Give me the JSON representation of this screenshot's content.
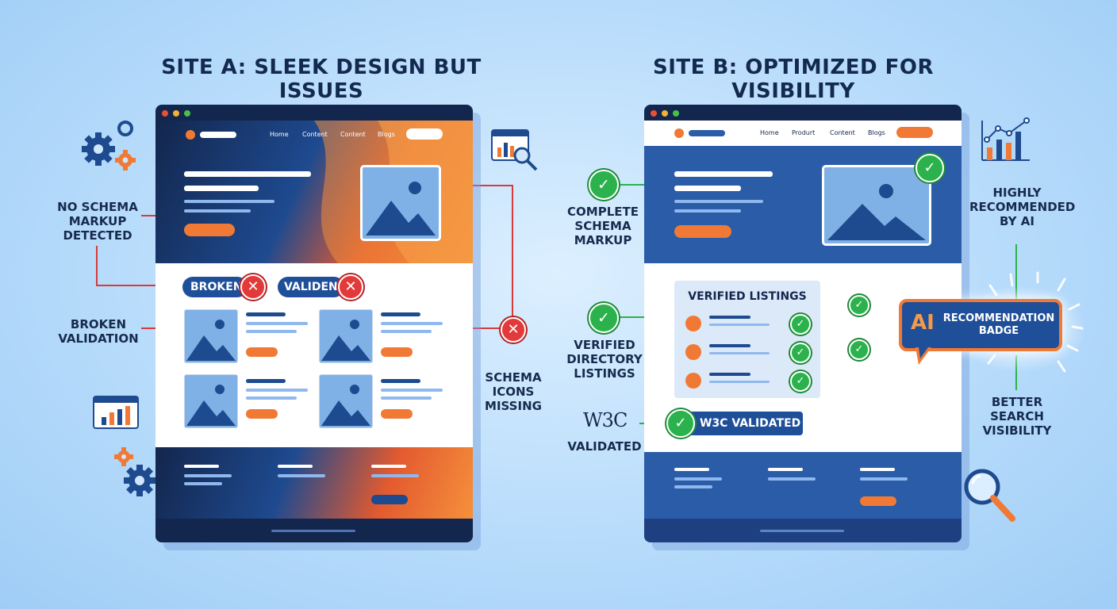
{
  "site_a": {
    "title": "SITE A: SLEEK DESIGN BUT ISSUES",
    "nav": [
      "Home",
      "Content",
      "Content",
      "Blogs"
    ],
    "badges": [
      "BROKEN",
      "VALIDEN"
    ],
    "callouts": {
      "no_schema": "NO SCHEMA\nMARKUP\nDETECTED",
      "broken_validation": "BROKEN\nVALIDATION",
      "schema_missing": "SCHEMA\nICONS\nMISSING"
    }
  },
  "site_b": {
    "title": "SITE B: OPTIMIZED FOR VISIBILITY",
    "nav": [
      "Home",
      "Produrt",
      "Content",
      "Blogs"
    ],
    "listings_title": "VERIFIED LISTINGS",
    "w3c_badge": "W3C VALIDATED",
    "ai_badge": {
      "ai": "AI",
      "text": "RECOMMENDATION\nBADGE"
    },
    "callouts": {
      "complete_schema": "COMPLETE\nSCHEMA\nMARKUP",
      "verified_listings": "VERIFIED\nDIRECTORY\nLISTINGS",
      "w3c_logo": "W3C",
      "validated": "VALIDATED",
      "highly_recommended": "HIGHLY\nRECOMMENDED\nBY AI",
      "better_search": "BETTER\nSEARCH\nVISIBILITY"
    }
  },
  "colors": {
    "navy": "#13264d",
    "blue": "#2b5ca8",
    "orange": "#f07a35",
    "red": "#e23a3a",
    "green": "#2bb24c"
  }
}
